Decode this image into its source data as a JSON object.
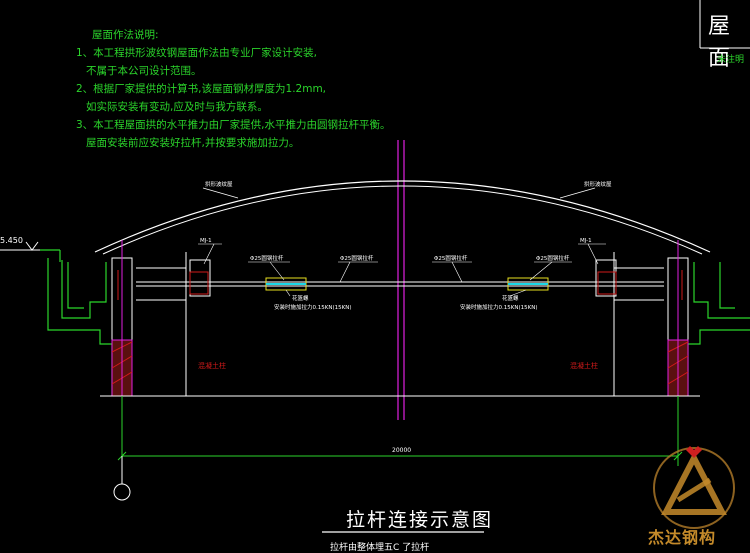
{
  "notes": {
    "heading": "屋面作法说明:",
    "lines": [
      "1、本工程拱形波纹钢屋面作法由专业厂家设计安装,",
      "   不属于本公司设计范围。",
      "2、根据厂家提供的计算书,该屋面钢材厚度为1.2mm,",
      "   如实际安装有变动,应及时与我方联系。",
      "3、本工程屋面拱的水平推力由厂家提供,水平推力由圆钢拉杆平衡。",
      "   屋面安装前应安装好拉杆,并按要求施加拉力。"
    ]
  },
  "side_panel": {
    "title": "屋面",
    "subtitle": "未注明"
  },
  "labels": {
    "elevation": "5.450",
    "arch_left": "拱形波纹屋",
    "arch_right": "拱形波纹屋",
    "mj_left": "MJ-1",
    "mj_right": "MJ-1",
    "rod1": "Φ25圆钢拉杆",
    "rod2": "Φ25圆钢拉杆",
    "rod3": "Φ25圆钢拉杆",
    "rod4": "Φ25圆钢拉杆",
    "turnbuckle_left": "花篮螺",
    "turnbuckle_right": "花篮螺",
    "tension_left": "安装时施加拉力0.15KN(15KN)",
    "tension_right": "安装时施加拉力0.15KN(15KN)",
    "column_left": "混凝土柱",
    "column_right": "混凝土柱",
    "dimension": "20000"
  },
  "title": {
    "main": "拉杆连接示意图",
    "sub": "拉杆由整体埋五C  了拉杆"
  },
  "logo": {
    "text": "杰达钢构"
  },
  "colors": {
    "green": "#2bd52b",
    "white": "#ffffff",
    "magenta": "#e020e0",
    "red": "#d01a1a",
    "cyan": "#19d8e8",
    "yellow": "#e8e020"
  }
}
